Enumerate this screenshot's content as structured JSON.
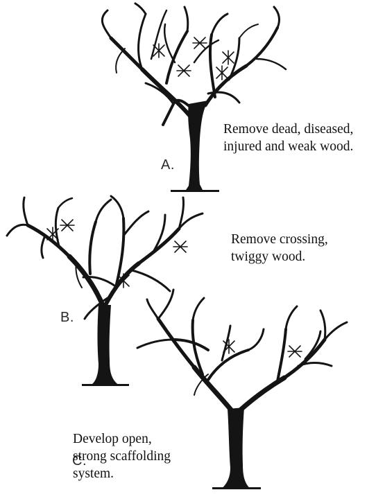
{
  "panels": [
    {
      "id": "A",
      "letter": "A.",
      "caption": "Remove dead, diseased,\ninjured and weak wood."
    },
    {
      "id": "B",
      "letter": "B.",
      "caption": "Remove crossing,\ntwiggy wood."
    },
    {
      "id": "C",
      "letter": "C.",
      "caption": "Develop open,\nstrong scaffolding\nsystem."
    }
  ],
  "colors": {
    "ink": "#141414",
    "background": "#ffffff"
  }
}
